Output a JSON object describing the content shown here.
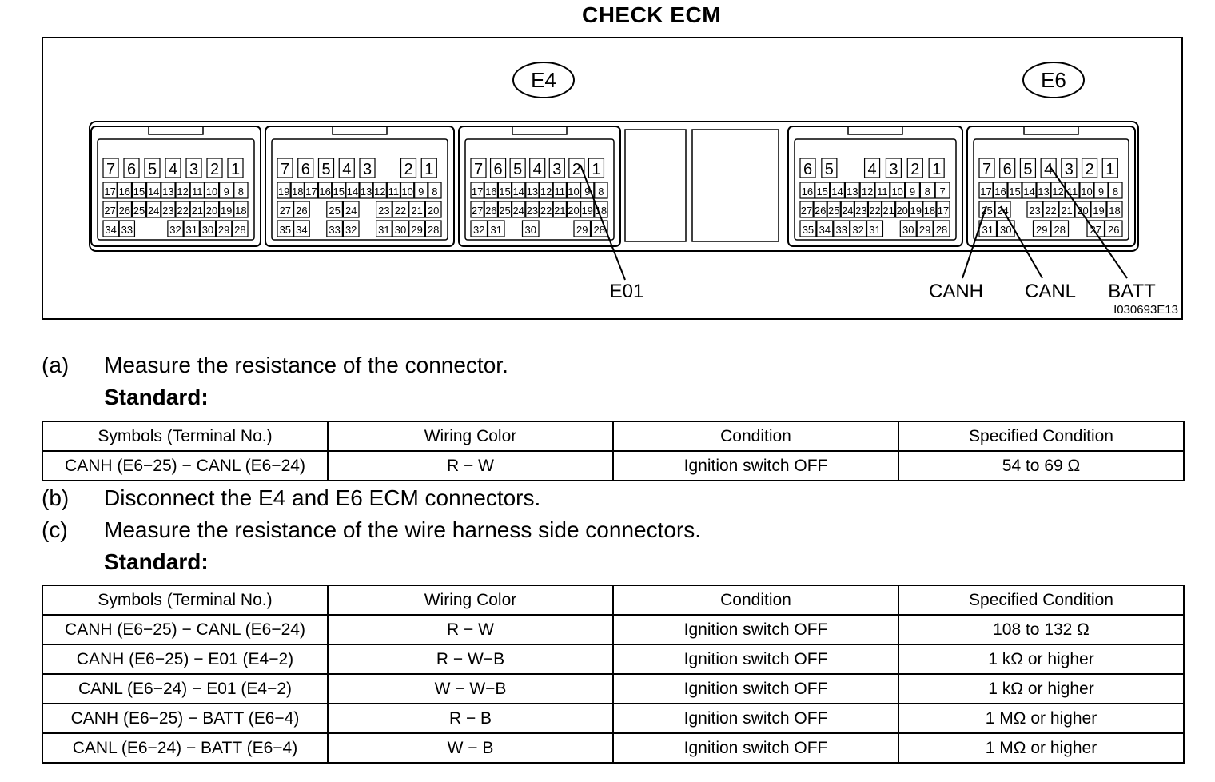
{
  "title": "CHECK ECM",
  "diagram": {
    "connectors": [
      {
        "label": "E4"
      },
      {
        "label": "E6"
      }
    ],
    "callouts": {
      "e01": "E01",
      "canh": "CANH",
      "canl": "CANL",
      "batt": "BATT"
    },
    "figure_id": "I030693E13",
    "blocks": [
      {
        "rows": [
          [
            "7",
            "6",
            "5",
            "4",
            "3",
            "2",
            "1"
          ],
          [
            "17",
            "16",
            "15",
            "14",
            "13",
            "12",
            "11",
            "10",
            "9",
            "8"
          ],
          [
            "27",
            "26",
            "25",
            "24",
            "23",
            "22",
            "21",
            "20",
            "19",
            "18"
          ],
          [
            "34",
            "33",
            "",
            "",
            "32",
            "31",
            "30",
            "29",
            "28"
          ]
        ]
      },
      {
        "rows": [
          [
            "7",
            "6",
            "5",
            "4",
            "3",
            "",
            "2",
            "1"
          ],
          [
            "19",
            "18",
            "17",
            "16",
            "15",
            "14",
            "13",
            "12",
            "11",
            "10",
            "9",
            "8"
          ],
          [
            "27",
            "26",
            "",
            "25",
            "24",
            "",
            "23",
            "22",
            "21",
            "20"
          ],
          [
            "35",
            "34",
            "",
            "33",
            "32",
            "",
            "31",
            "30",
            "29",
            "28"
          ]
        ]
      },
      {
        "rows": [
          [
            "7",
            "6",
            "5",
            "4",
            "3",
            "2",
            "1"
          ],
          [
            "17",
            "16",
            "15",
            "14",
            "13",
            "12",
            "11",
            "10",
            "9",
            "8"
          ],
          [
            "27",
            "26",
            "25",
            "24",
            "23",
            "22",
            "21",
            "20",
            "19",
            "18"
          ],
          [
            "32",
            "31",
            "",
            "30",
            "",
            "",
            "29",
            "28"
          ]
        ]
      },
      {
        "rows": [
          [
            "6",
            "5",
            "",
            "4",
            "3",
            "2",
            "1"
          ],
          [
            "16",
            "15",
            "14",
            "13",
            "12",
            "11",
            "10",
            "9",
            "8",
            "7"
          ],
          [
            "27",
            "26",
            "25",
            "24",
            "23",
            "22",
            "21",
            "20",
            "19",
            "18",
            "17"
          ],
          [
            "35",
            "34",
            "33",
            "32",
            "31",
            "",
            "30",
            "29",
            "28"
          ]
        ]
      },
      {
        "rows": [
          [
            "7",
            "6",
            "5",
            "4",
            "3",
            "2",
            "1"
          ],
          [
            "17",
            "16",
            "15",
            "14",
            "13",
            "12",
            "11",
            "10",
            "9",
            "8"
          ],
          [
            "25",
            "24",
            "",
            "23",
            "22",
            "21",
            "20",
            "19",
            "18"
          ],
          [
            "31",
            "30",
            "",
            "29",
            "28",
            "",
            "27",
            "26"
          ]
        ]
      }
    ]
  },
  "steps": [
    {
      "letter": "(a)",
      "text": "Measure the resistance of the connector."
    },
    {
      "letter": "(b)",
      "text": "Disconnect the E4 and E6 ECM connectors."
    },
    {
      "letter": "(c)",
      "text": "Measure the resistance of the wire harness side connectors."
    }
  ],
  "standard_label": "Standard:",
  "table_headers": [
    "Symbols (Terminal No.)",
    "Wiring Color",
    "Condition",
    "Specified Condition"
  ],
  "table1": [
    [
      "CANH (E6−25) − CANL (E6−24)",
      "R − W",
      "Ignition switch OFF",
      "54 to 69 Ω"
    ]
  ],
  "table2": [
    [
      "CANH (E6−25) − CANL (E6−24)",
      "R − W",
      "Ignition switch OFF",
      "108 to 132 Ω"
    ],
    [
      "CANH (E6−25) − E01 (E4−2)",
      "R − W−B",
      "Ignition switch OFF",
      "1 kΩ or higher"
    ],
    [
      "CANL (E6−24) − E01 (E4−2)",
      "W − W−B",
      "Ignition switch OFF",
      "1 kΩ or higher"
    ],
    [
      "CANH (E6−25) − BATT (E6−4)",
      "R − B",
      "Ignition switch OFF",
      "1 MΩ or higher"
    ],
    [
      "CANL (E6−24) − BATT (E6−4)",
      "W − B",
      "Ignition switch OFF",
      "1 MΩ or higher"
    ]
  ]
}
